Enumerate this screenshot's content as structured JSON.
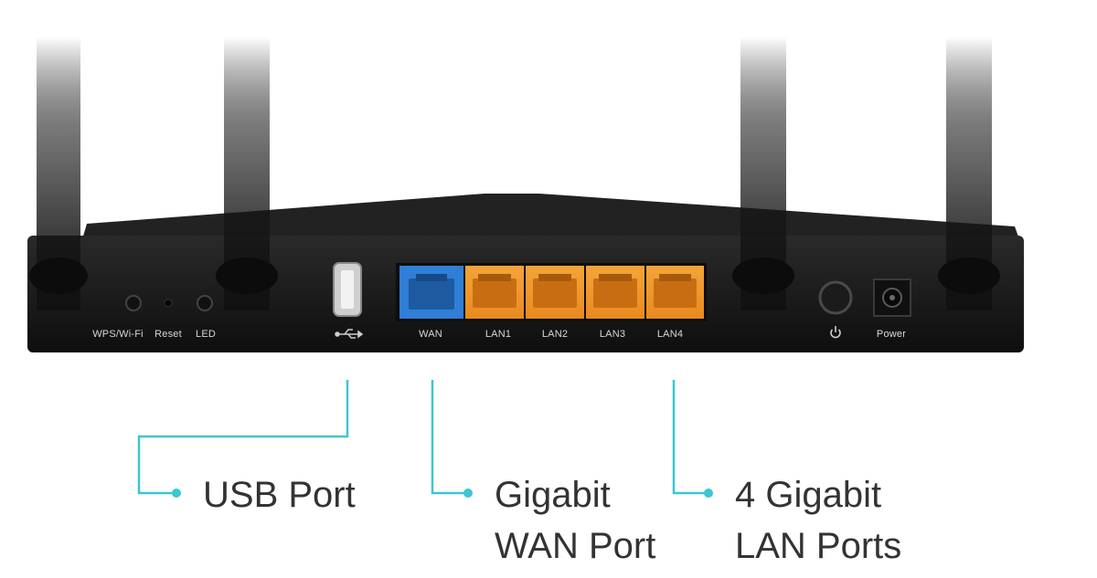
{
  "router": {
    "body_color": "#161616",
    "wan_color": "#2f7fd6",
    "lan_color": "#f29a2e",
    "labels": {
      "wps": "WPS/Wi-Fi",
      "reset": "Reset",
      "led": "LED",
      "wan": "WAN",
      "lan1": "LAN1",
      "lan2": "LAN2",
      "lan3": "LAN3",
      "lan4": "LAN4",
      "power": "Power"
    },
    "icons": {
      "usb": "usb-icon",
      "power": "power-icon"
    }
  },
  "callouts": {
    "line_color": "#3cc7d2",
    "usb": {
      "line1": "USB Port"
    },
    "wan": {
      "line1": "Gigabit",
      "line2": "WAN Port"
    },
    "lan": {
      "line1": "4 Gigabit",
      "line2": "LAN Ports"
    }
  }
}
